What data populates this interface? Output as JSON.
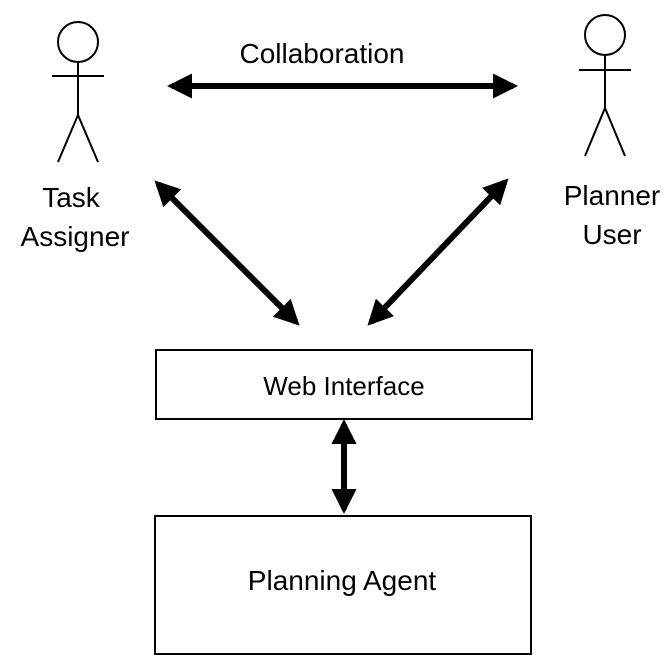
{
  "actors": {
    "left_label_line1": "Task",
    "left_label_line2": "Assigner",
    "right_label_line1": "Planner",
    "right_label_line2": "User"
  },
  "arrows": {
    "collaboration_label": "Collaboration"
  },
  "boxes": {
    "web_interface_label": "Web Interface",
    "planning_agent_label": "Planning Agent"
  },
  "colors": {
    "line": "#000000",
    "background": "#ffffff"
  }
}
